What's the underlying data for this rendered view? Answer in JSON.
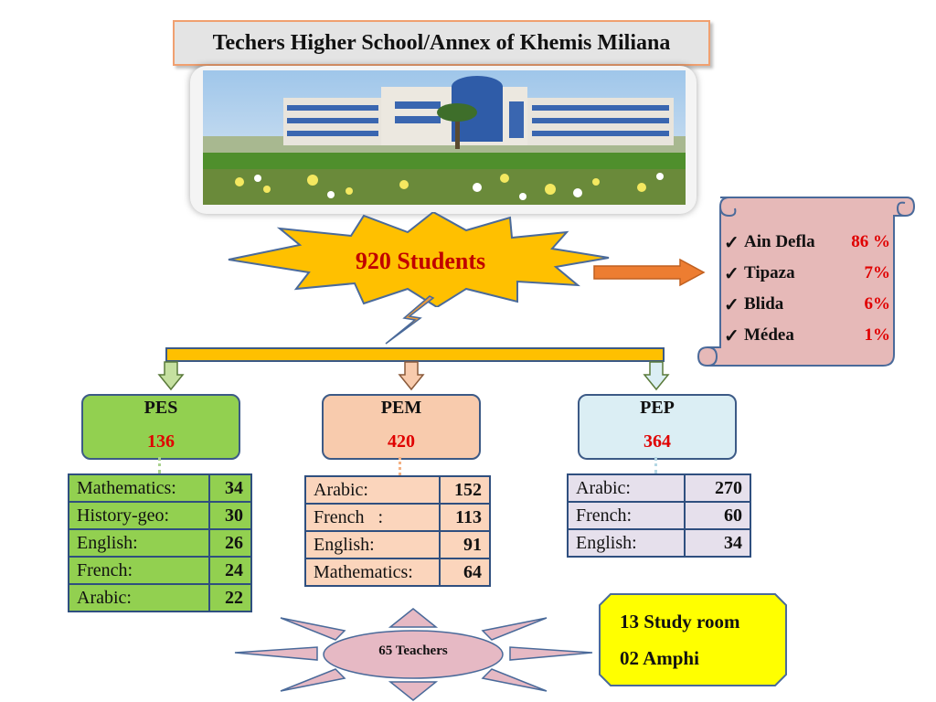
{
  "title": "Techers Higher School/Annex of Khemis Miliana",
  "students": "920 Students",
  "origins": [
    {
      "name": "Ain Defla",
      "percent": "86 %"
    },
    {
      "name": "Tipaza",
      "percent": "7%"
    },
    {
      "name": "Blida",
      "percent": "6%"
    },
    {
      "name": "Médea",
      "percent": "1%"
    }
  ],
  "branches": [
    {
      "name": "PES",
      "count": "136",
      "color": "#92d050",
      "subjects": [
        {
          "label": "Mathematics:",
          "value": "34"
        },
        {
          "label": "History-geo:",
          "value": "30"
        },
        {
          "label": "English:",
          "value": "26"
        },
        {
          "label": "French:",
          "value": "24"
        },
        {
          "label": "Arabic:",
          "value": "22"
        }
      ]
    },
    {
      "name": "PEM",
      "count": "420",
      "color": "#f8cbad",
      "subjects": [
        {
          "label": "Arabic:",
          "value": "152"
        },
        {
          "label": "French   :",
          "value": "113"
        },
        {
          "label": "English:",
          "value": "91"
        },
        {
          "label": "Mathematics:",
          "value": "64"
        }
      ]
    },
    {
      "name": "PEP",
      "count": "364",
      "color": "#dbeef4",
      "subjects": [
        {
          "label": "Arabic:",
          "value": "270"
        },
        {
          "label": "French:",
          "value": "60"
        },
        {
          "label": "English:",
          "value": "34"
        }
      ]
    }
  ],
  "teachers": "65 Teachers",
  "facilities": [
    "13 Study room",
    "02 Amphi"
  ],
  "colors": {
    "title_border": "#f0a070",
    "burst_fill": "#ffc000",
    "burst_stroke": "#4a6a9a",
    "count_red": "#e00000",
    "bar_fill": "#ffc000",
    "arrow_fill": "#ed7d31",
    "scroll_fill": "#e6b9b8",
    "rooms_fill": "#ffff00",
    "sun_fill": "#e6b9c4"
  },
  "icons": [
    "checkmark-icon",
    "lightning-icon",
    "arrow-right-icon",
    "arrow-down-icon",
    "building-photo"
  ]
}
